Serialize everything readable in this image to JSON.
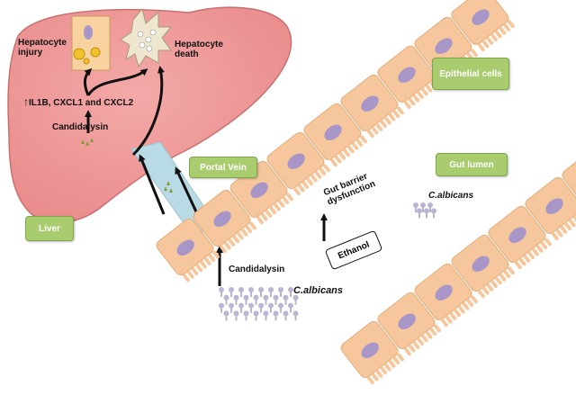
{
  "labels": {
    "hepatocyte_injury": "Hepatocyte injury",
    "hepatocyte_death": "Hepatocyte death",
    "cytokines": "IL1B, CXCL1 and CXCL2",
    "candidalysin_liver": "Candidalysin",
    "candidalysin_gut": "Candidalysin",
    "c_albicans_lumen": "C.albicans",
    "c_albicans_gut": "C.albicans",
    "gut_barrier": "Gut barrier dysfunction",
    "ethanol": "Ethanol"
  },
  "tags": {
    "liver": "Liver",
    "portal_vein": "Portal Vein",
    "epithelial_cells": "Epithelial cells",
    "gut_lumen": "Gut lumen"
  },
  "colors": {
    "liver_fill": "#ef9b9a",
    "cell_fill": "#f6c79c",
    "nucleus": "#a996c9",
    "vein": "#b9dbe6",
    "tag_green": "#a9cc6e",
    "fungus": "#bdb4d4"
  }
}
